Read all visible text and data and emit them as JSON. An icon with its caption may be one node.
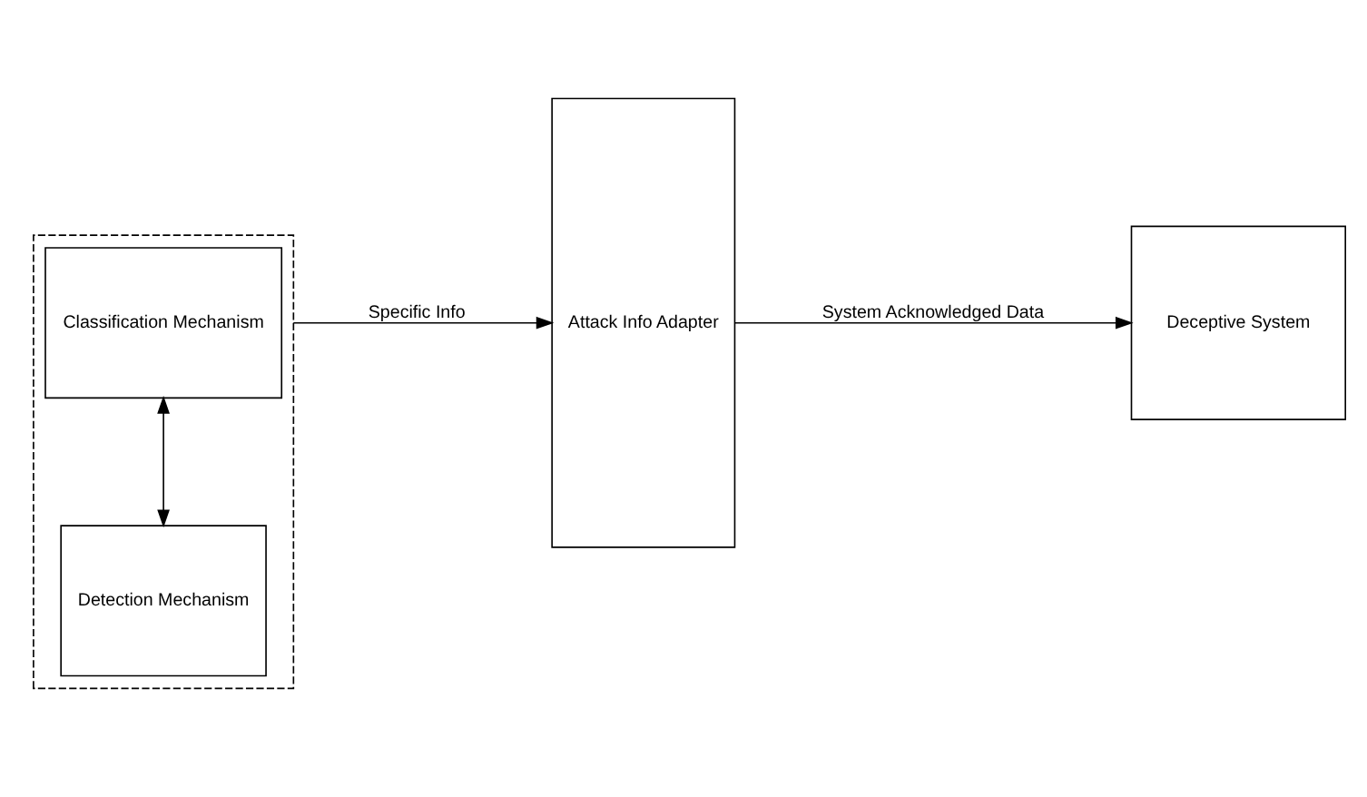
{
  "diagram": {
    "nodes": [
      {
        "text": [],
        "shape": "box"
      },
      {
        "text": [
          "Detection Mechanism"
        ],
        "in": 0
      },
      {
        "text": [
          "Classification Mechanism"
        ],
        "in": 0
      },
      {
        "text": [
          "Attack Info Adapter"
        ]
      },
      {
        "text": [
          "Deceptive System"
        ]
      }
    ],
    "edges": [
      {
        "from": 1,
        "to": 2,
        "arrow": "both"
      },
      {
        "from": 0,
        "to": 3,
        "arrow": "to",
        "label": "Specific Info"
      },
      {
        "from": 3,
        "to": 4,
        "arrow": "to",
        "label": "System Acknowledged Data"
      }
    ]
  }
}
